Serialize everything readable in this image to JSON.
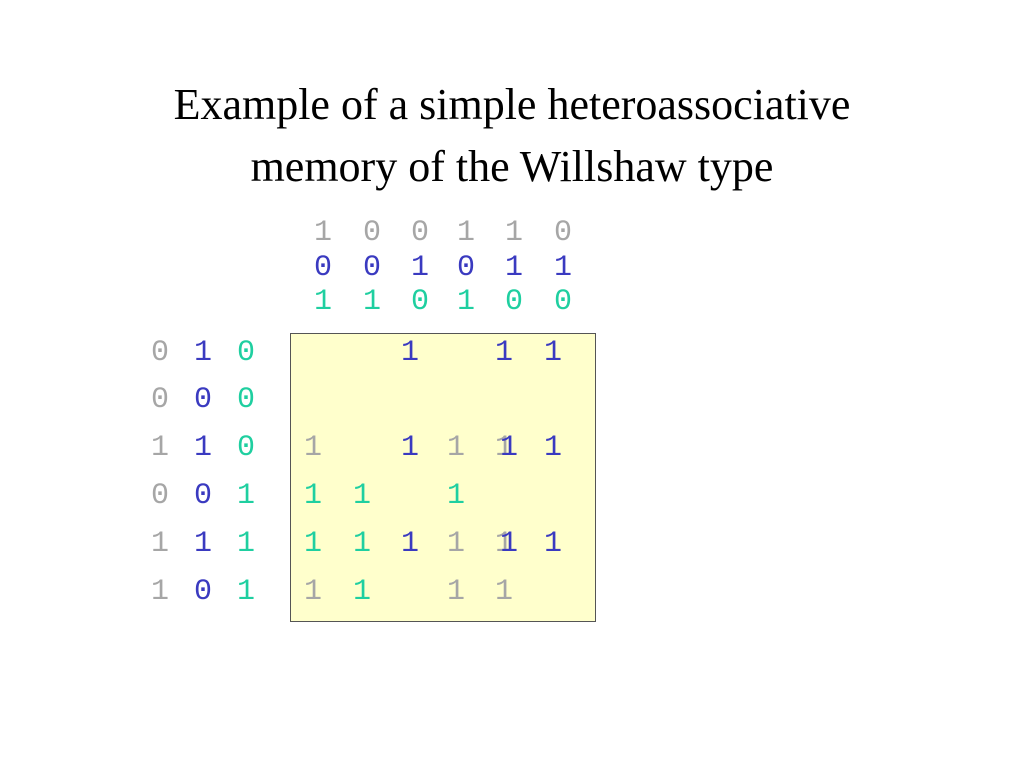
{
  "title": {
    "line1": "Example of a simple heteroassociative",
    "line2": "memory of the Willshaw type"
  },
  "colors": {
    "pattern_a": "#a6a6a6",
    "pattern_b": "#3a3ac0",
    "pattern_c": "#1fcfa0",
    "matrix_bg": "#ffffcc"
  },
  "output_patterns": [
    {
      "color_key": "pattern_a",
      "bits": [
        "1",
        "0",
        "0",
        "1",
        "1",
        "0"
      ]
    },
    {
      "color_key": "pattern_b",
      "bits": [
        "0",
        "0",
        "1",
        "0",
        "1",
        "1"
      ]
    },
    {
      "color_key": "pattern_c",
      "bits": [
        "1",
        "1",
        "0",
        "1",
        "0",
        "0"
      ]
    }
  ],
  "input_rows": [
    [
      "0",
      "1",
      "0"
    ],
    [
      "0",
      "0",
      "0"
    ],
    [
      "1",
      "1",
      "0"
    ],
    [
      "0",
      "0",
      "1"
    ],
    [
      "1",
      "1",
      "1"
    ],
    [
      "1",
      "0",
      "1"
    ]
  ],
  "input_colors": [
    "pattern_a",
    "pattern_b",
    "pattern_c"
  ],
  "matrix_entries": [
    {
      "row": 0,
      "col": 2,
      "text": "1",
      "color_key": "pattern_b"
    },
    {
      "row": 0,
      "col": 4,
      "text": "1",
      "color_key": "pattern_b"
    },
    {
      "row": 0,
      "col": 5,
      "text": "1",
      "color_key": "pattern_b"
    },
    {
      "row": 2,
      "col": 0,
      "text": "1",
      "color_key": "pattern_a"
    },
    {
      "row": 2,
      "col": 2,
      "text": "1",
      "color_key": "pattern_b"
    },
    {
      "row": 2,
      "col": 3,
      "text": "1",
      "color_key": "pattern_a"
    },
    {
      "row": 2,
      "col": 4,
      "text": "1",
      "color_key": "pattern_a"
    },
    {
      "row": 2,
      "col": 4,
      "text": "1",
      "color_key": "pattern_b",
      "overlay": true
    },
    {
      "row": 2,
      "col": 5,
      "text": "1",
      "color_key": "pattern_b"
    },
    {
      "row": 3,
      "col": 0,
      "text": "1",
      "color_key": "pattern_c"
    },
    {
      "row": 3,
      "col": 1,
      "text": "1",
      "color_key": "pattern_c"
    },
    {
      "row": 3,
      "col": 3,
      "text": "1",
      "color_key": "pattern_c"
    },
    {
      "row": 4,
      "col": 0,
      "text": "1",
      "color_key": "pattern_c"
    },
    {
      "row": 4,
      "col": 1,
      "text": "1",
      "color_key": "pattern_c"
    },
    {
      "row": 4,
      "col": 2,
      "text": "1",
      "color_key": "pattern_b"
    },
    {
      "row": 4,
      "col": 3,
      "text": "1",
      "color_key": "pattern_a"
    },
    {
      "row": 4,
      "col": 4,
      "text": "1",
      "color_key": "pattern_a"
    },
    {
      "row": 4,
      "col": 4,
      "text": "1",
      "color_key": "pattern_b",
      "overlay": true
    },
    {
      "row": 4,
      "col": 5,
      "text": "1",
      "color_key": "pattern_b"
    },
    {
      "row": 5,
      "col": 0,
      "text": "1",
      "color_key": "pattern_a"
    },
    {
      "row": 5,
      "col": 1,
      "text": "1",
      "color_key": "pattern_c"
    },
    {
      "row": 5,
      "col": 3,
      "text": "1",
      "color_key": "pattern_a"
    },
    {
      "row": 5,
      "col": 4,
      "text": "1",
      "color_key": "pattern_a"
    }
  ]
}
